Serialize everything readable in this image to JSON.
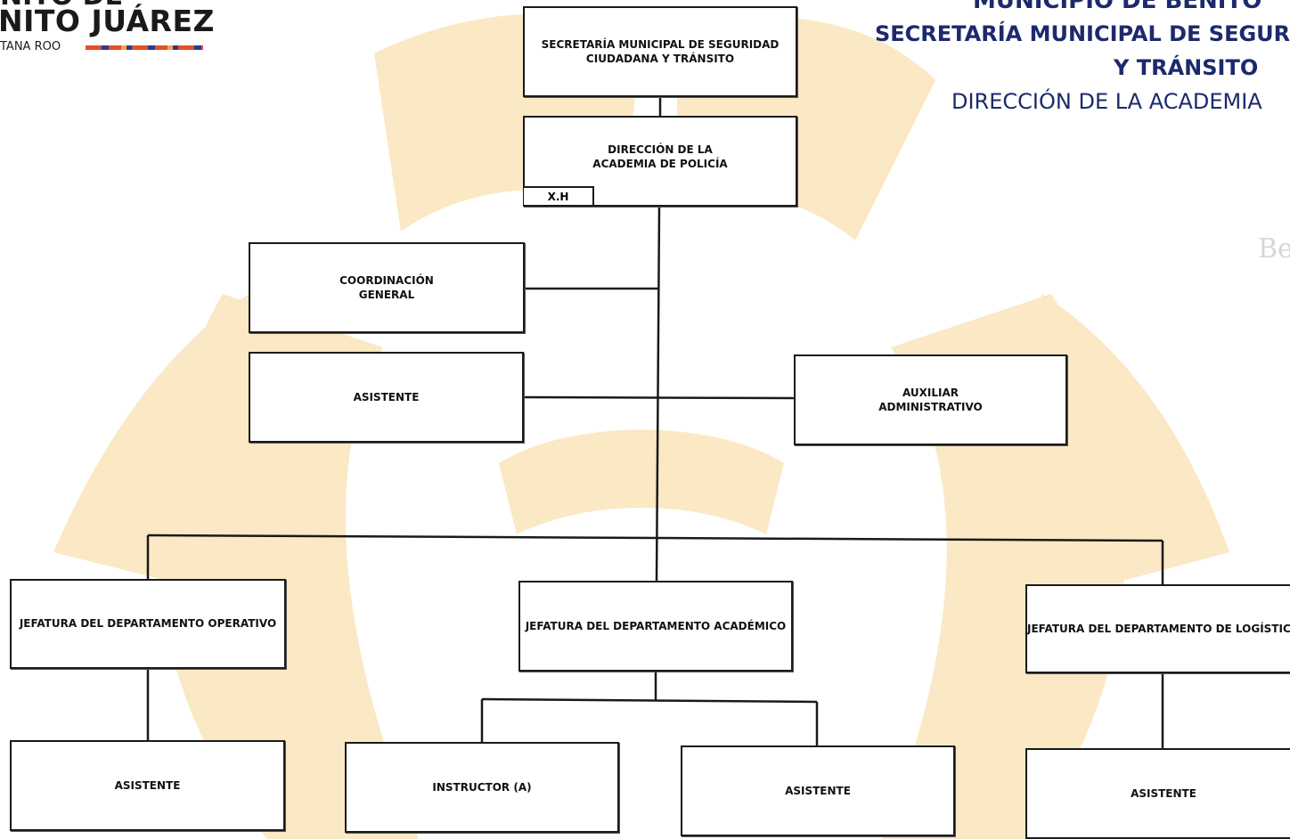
{
  "logo": {
    "line1": "NITO DE",
    "line2": "NITO JUÁREZ",
    "line3": "TANA ROO"
  },
  "header": {
    "line1": "MUNICIPIO DE BENITO",
    "line2": "SECRETARÍA MUNICIPAL DE SEGURI",
    "line3": "Y TRÁNSITO",
    "line4": "DIRECCIÓN DE LA ACADEMIA"
  },
  "side_marks": {
    "text": "Be"
  },
  "colors": {
    "box_border": "#1a1a1a",
    "connector": "#1a1a1a",
    "header_text": "#1c2a6b",
    "watermark": "#fbe8c4"
  },
  "org": {
    "secretaria": "SECRETARÍA MUNICIPAL DE SEGURIDAD\nCIUDADANA Y TRÁNSITO",
    "direccion": "DIRECCIÓN DE LA\nACADEMIA DE POLICÍA",
    "direccion_tag": "X.H",
    "coordinacion": "COORDINACIÓN\nGENERAL",
    "asistente_dir": "ASISTENTE",
    "auxiliar": "AUXILIAR\nADMINISTRATIVO",
    "jef_operativo": "JEFATURA DEL DEPARTAMENTO OPERATIVO",
    "jef_academico": "JEFATURA DEL DEPARTAMENTO ACADÉMICO",
    "jef_logistica": "JEFATURA DEL DEPARTAMENTO DE LOGÍSTICA",
    "asistente_operativo": "ASISTENTE",
    "instructor": "INSTRUCTOR (A)",
    "asistente_academico": "ASISTENTE",
    "asistente_logistica": "ASISTENTE"
  }
}
